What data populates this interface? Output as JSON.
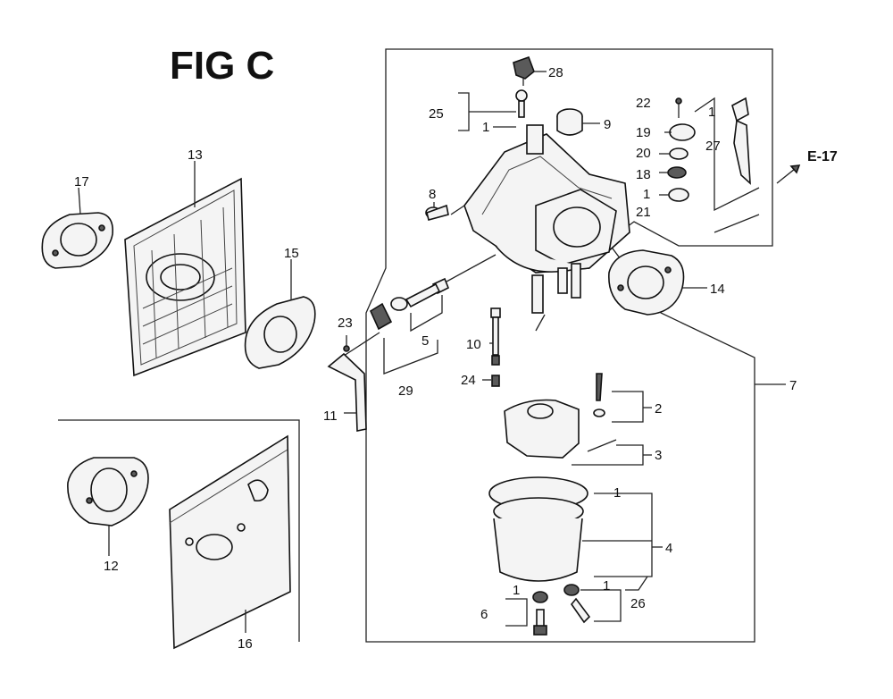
{
  "title": "FIG C",
  "ref": "E-17",
  "labels": {
    "l1a": "1",
    "l1b": "1",
    "l1c": "1",
    "l1d": "1",
    "l1e": "1",
    "l1f": "1",
    "l2": "2",
    "l3": "3",
    "l4": "4",
    "l5": "5",
    "l6": "6",
    "l7": "7",
    "l8": "8",
    "l9": "9",
    "l10": "10",
    "l11": "11",
    "l12": "12",
    "l13": "13",
    "l14": "14",
    "l15": "15",
    "l16": "16",
    "l17": "17",
    "l18": "18",
    "l19": "19",
    "l20": "20",
    "l21": "21",
    "l22": "22",
    "l23": "23",
    "l24": "24",
    "l25": "25",
    "l26": "26",
    "l27": "27",
    "l28": "28",
    "l29": "29"
  }
}
